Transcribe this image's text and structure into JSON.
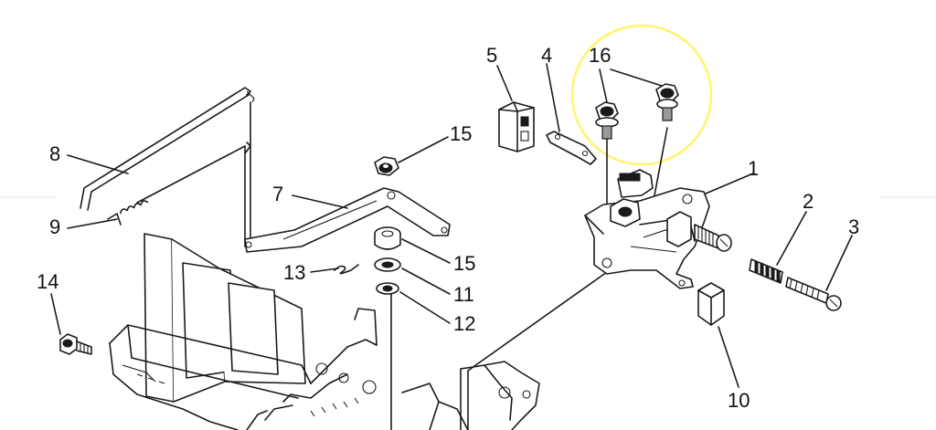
{
  "diagram": {
    "highlight_color": "#fff46b",
    "callouts": [
      {
        "id": "c1",
        "text": "1"
      },
      {
        "id": "c2",
        "text": "2"
      },
      {
        "id": "c3",
        "text": "3"
      },
      {
        "id": "c4",
        "text": "4"
      },
      {
        "id": "c5",
        "text": "5"
      },
      {
        "id": "c7",
        "text": "7"
      },
      {
        "id": "c8",
        "text": "8"
      },
      {
        "id": "c9",
        "text": "9"
      },
      {
        "id": "c10",
        "text": "10"
      },
      {
        "id": "c11",
        "text": "11"
      },
      {
        "id": "c12",
        "text": "12"
      },
      {
        "id": "c13",
        "text": "13"
      },
      {
        "id": "c14",
        "text": "14"
      },
      {
        "id": "c15a",
        "text": "15"
      },
      {
        "id": "c15b",
        "text": "15"
      },
      {
        "id": "c16",
        "text": "16"
      }
    ]
  }
}
